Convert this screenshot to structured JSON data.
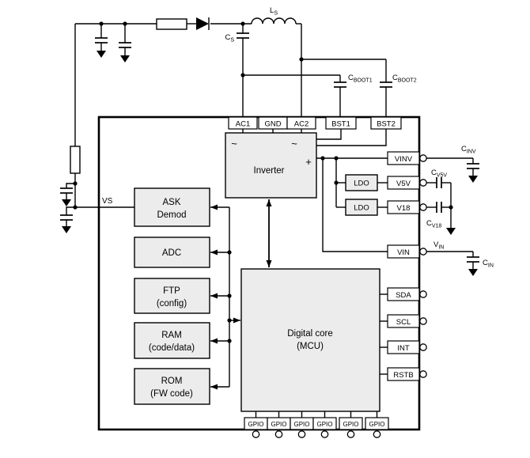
{
  "chip": {
    "pins_top": [
      "AC1",
      "GND",
      "AC2",
      "BST1",
      "BST2"
    ],
    "pins_right": [
      "VINV",
      "V5V",
      "V18",
      "VIN",
      "SDA",
      "SCL",
      "INT",
      "RSTB"
    ],
    "pins_bottom": [
      "GPIO",
      "GPIO",
      "GPIO",
      "GPIO",
      "GPIO",
      "GPIO"
    ],
    "pin_left": "VS"
  },
  "blocks": {
    "inverter": {
      "label": "Inverter",
      "ac_symbol_left": "~",
      "ac_symbol_right": "~",
      "plus_symbol": "+"
    },
    "ldo1": "LDO",
    "ldo2": "LDO",
    "core": {
      "line1": "Digital core",
      "line2": "(MCU)"
    },
    "ask": {
      "line1": "ASK",
      "line2": "Demod"
    },
    "adc": "ADC",
    "ftp": {
      "line1": "FTP",
      "line2": "(config)"
    },
    "ram": {
      "line1": "RAM",
      "line2": "(code/data)"
    },
    "rom": {
      "line1": "ROM",
      "line2": "(FW code)"
    }
  },
  "components": {
    "ls": {
      "name": "L",
      "sub": "S"
    },
    "cs": {
      "name": "C",
      "sub": "S"
    },
    "cboot1": {
      "name": "C",
      "sub": "BOOT1"
    },
    "cboot2": {
      "name": "C",
      "sub": "BOOT2"
    },
    "cinv": {
      "name": "C",
      "sub": "INV"
    },
    "cv5v": {
      "name": "C",
      "sub": "V5V"
    },
    "cv18": {
      "name": "C",
      "sub": "V18"
    },
    "vin_net": {
      "name": "V",
      "sub": "IN"
    },
    "cin": {
      "name": "C",
      "sub": "IN"
    }
  },
  "colors": {
    "block_fill": "#ececec",
    "line": "#000000",
    "background": "#ffffff"
  }
}
